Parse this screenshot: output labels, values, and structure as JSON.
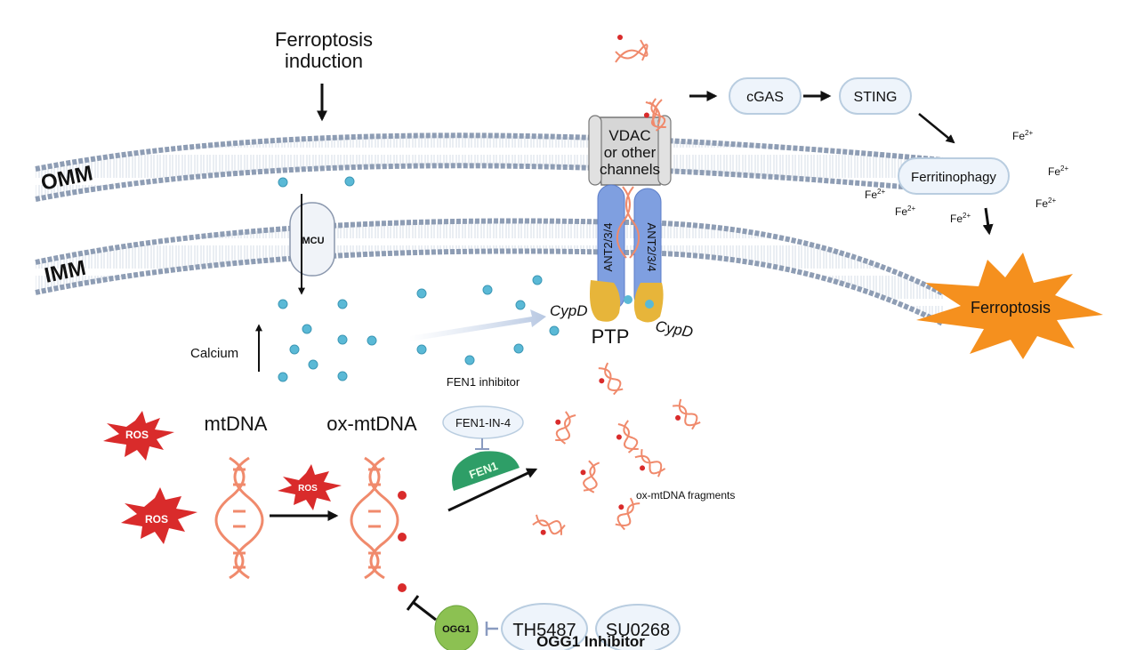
{
  "diagram": {
    "title_trigger": [
      "Ferroptosis",
      "induction"
    ],
    "membranes": {
      "outer": "OMM",
      "inner": "IMM"
    },
    "channels": {
      "mcu": "MCU",
      "vdac": [
        "VDAC",
        "or other",
        "channels"
      ],
      "ant_left": "ANT2/3/4",
      "ant_right": "ANT2/3/4",
      "cypd_left": "CypD",
      "cypd_right": "CypD",
      "ptp": "PTP"
    },
    "calcium_label": "Calcium",
    "dna": {
      "mtdna": "mtDNA",
      "ox_mtdna": "ox-mtDNA",
      "fragments": "ox-mtDNA fragments"
    },
    "ros": [
      "ROS",
      "ROS",
      "ROS"
    ],
    "fen1": {
      "inhibitor_heading": "FEN1 inhibitor",
      "inhibitor": "FEN1-IN-4",
      "enzyme": "FEN1"
    },
    "ogg1": {
      "enzyme": "OGG1",
      "inhibitors": [
        "TH5487",
        "SU0268"
      ],
      "heading": "OGG1 Inhibitor"
    },
    "pathway": {
      "cgas": "cGAS",
      "sting": "STING",
      "ferritinophagy": "Ferritinophagy",
      "outcome": "Ferroptosis",
      "iron": "Fe",
      "iron_charge": "2+"
    },
    "colors": {
      "dna": "#f08a6c",
      "ros": "#d92b2b",
      "calcium": "#5ab9d6",
      "membrane": "#8e9db4",
      "ant": "#7f9fe0",
      "cypd": "#e7b53a",
      "fen1": "#2e9e67",
      "ogg1": "#8cc152",
      "burst": "#f5901e"
    }
  }
}
